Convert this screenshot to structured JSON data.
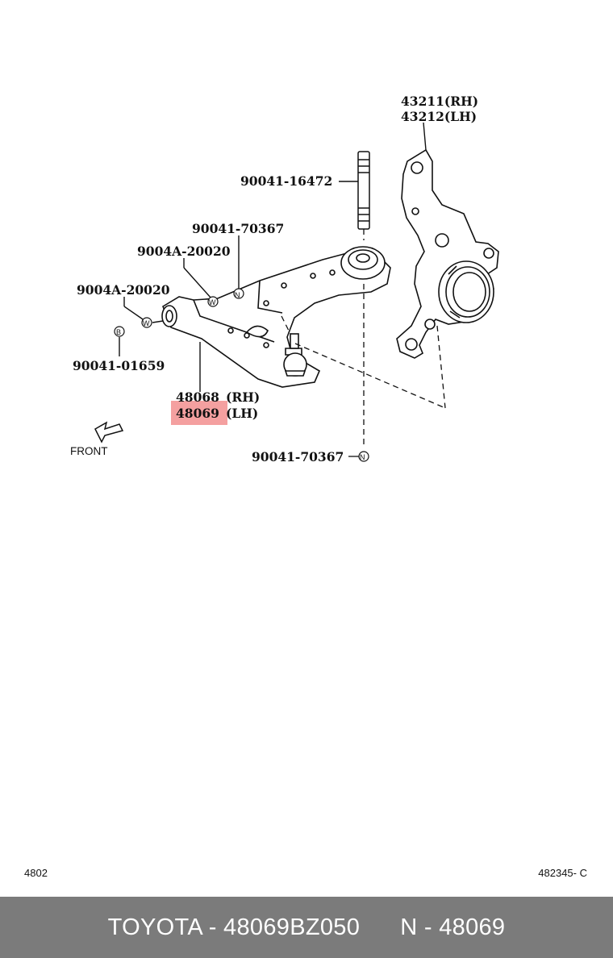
{
  "labels": {
    "knuckle_rh": "43211(RH)",
    "knuckle_lh": "43212(LH)",
    "stud_bolt": "90041-16472",
    "nut_top": "90041-70367",
    "washer_upper": "9004A-20020",
    "washer_lower": "9004A-20020",
    "bolt": "90041-01659",
    "arm_rh_num": "48068",
    "arm_rh_side": "(RH)",
    "arm_lh_num": "48069",
    "arm_lh_side": "(LH)",
    "nut_bottom": "90041-70367",
    "front": "FRONT",
    "callout_n": "N",
    "callout_w": "W",
    "callout_b": "B"
  },
  "colors": {
    "highlight": "#f4a0a0",
    "bar": "#7b7b7b"
  },
  "footer": {
    "left_code": "4802",
    "right_code": "482345- C"
  },
  "bottom_bar": {
    "brand_part": "TOYOTA - 48069BZ050",
    "ref": "N - 48069"
  }
}
